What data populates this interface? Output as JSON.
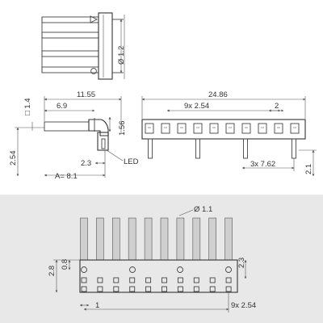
{
  "top_view": {
    "dim_dia_pin": "Ø 1.2"
  },
  "side_view": {
    "dim_overall": "11.55",
    "dim_68": "6.9",
    "dim_sq": "□ 1.4",
    "dim_156": "1.56",
    "dim_254": "2.54",
    "dim_23": "2.3",
    "dim_a": "A= 8.1",
    "led_label": "LED"
  },
  "front_view": {
    "dim_overall": "24.86",
    "dim_pitch": "9x  2.54",
    "dim_2": "2",
    "dim_762": "3x  7.62",
    "dim_21": "2.1"
  },
  "bottom_view": {
    "dim_hole": "Ø 1.1",
    "dim_28": "2.8",
    "dim_08": "0.8",
    "dim_23": "2.3",
    "dim_1": "1",
    "dim_pitch": "9x  2.54"
  }
}
